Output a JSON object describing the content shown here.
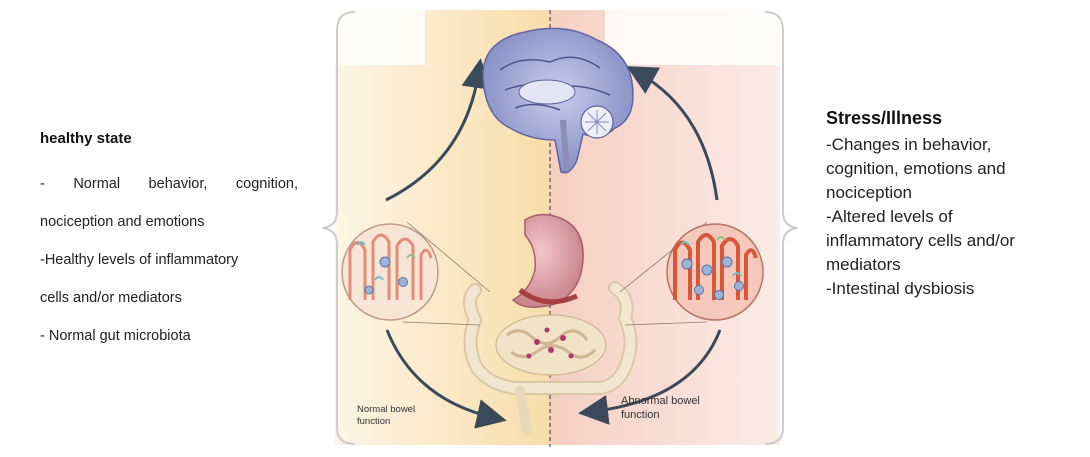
{
  "left_panel": {
    "title": "healthy state",
    "lines": [
      "- Normal behavior, cognition,",
      "nociception and emotions",
      "-Healthy levels of inflammatory",
      "cells and/or mediators",
      "- Normal gut microbiota"
    ]
  },
  "right_panel": {
    "title": "Stress/Illness",
    "lines": [
      "-Changes in behavior,",
      "cognition, emotions and",
      "nociception",
      "-Altered levels of",
      "inflammatory cells and/or",
      "mediators",
      "-Intestinal dysbiosis"
    ]
  },
  "diagram": {
    "left_caption": [
      "Normal bowel",
      "function"
    ],
    "right_caption": [
      "Abnormal bowel",
      "function"
    ],
    "colors": {
      "healthy_background": "#fbe8bf",
      "illness_background": "#f8d6cc",
      "arrow": "#3a4a5a",
      "brain": "#8f97c9",
      "stomach": "#d98e96",
      "intestine": "#efe3cc"
    },
    "icons": [
      "brain-icon",
      "stomach-icon",
      "intestine-icon",
      "healthy-villi-icon",
      "inflamed-villi-icon"
    ]
  }
}
